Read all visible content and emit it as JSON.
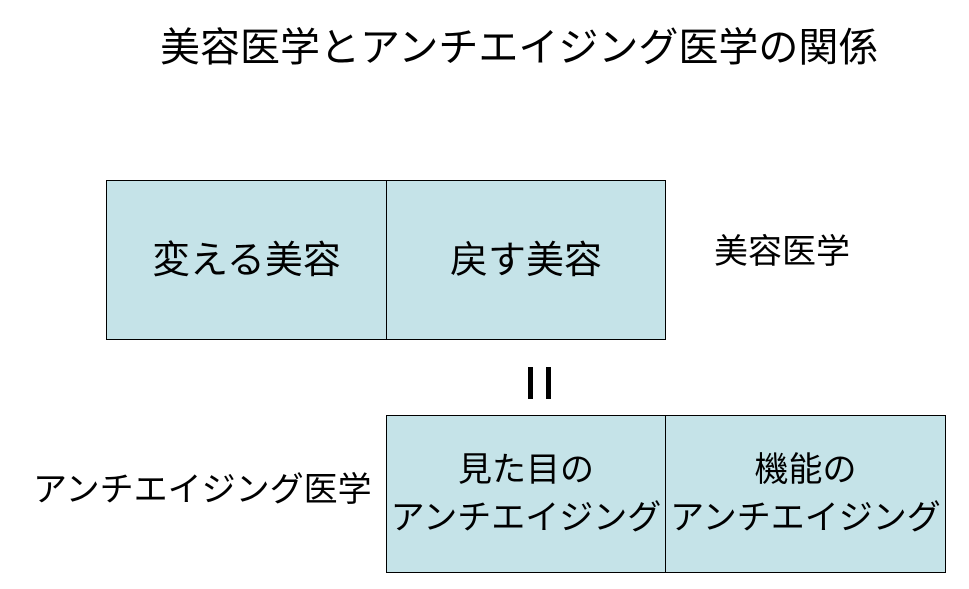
{
  "title": "美容医学とアンチエイジング医学の関係",
  "colors": {
    "box_fill": "#c5e3e8",
    "border": "#000000",
    "background": "#ffffff"
  },
  "top_row": {
    "boxes": [
      {
        "label": "変える美容"
      },
      {
        "label": "戻す美容"
      }
    ],
    "side_label": "美容医学"
  },
  "equals_symbol": "=",
  "bottom_row": {
    "side_label": "アンチエイジング医学",
    "boxes": [
      {
        "line1": "見た目の",
        "line2": "アンチエイジング"
      },
      {
        "line1": "機能の",
        "line2": "アンチエイジング"
      }
    ]
  }
}
